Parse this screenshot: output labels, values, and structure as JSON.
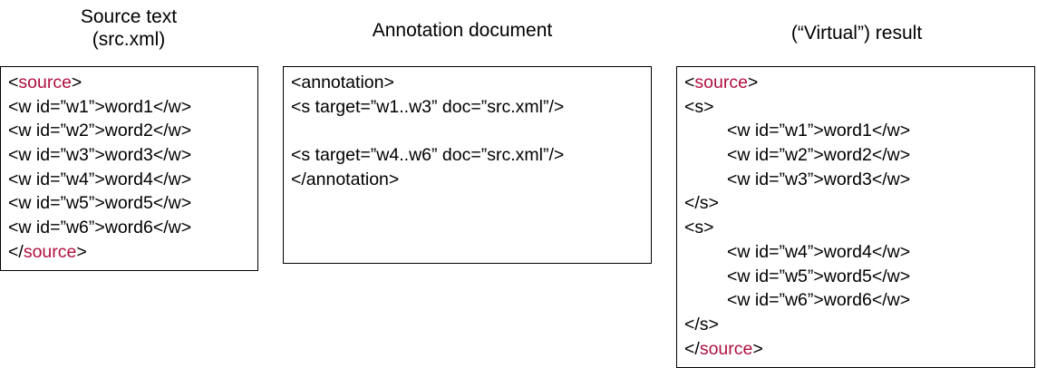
{
  "headings": {
    "source": [
      "Source text",
      "(src.xml)"
    ],
    "annotation": "Annotation document",
    "result": "(“Virtual”) result"
  },
  "colors": {
    "keyword": "#b0103f",
    "text": "#000000",
    "border": "#000000"
  },
  "source_panel": {
    "lines": [
      [
        {
          "t": "<"
        },
        {
          "t": "source",
          "kw": true
        },
        {
          "t": ">"
        }
      ],
      [
        {
          "t": "<w id=”w1”>word1</w>"
        }
      ],
      [
        {
          "t": "<w id=”w2”>word2</w>"
        }
      ],
      [
        {
          "t": "<w id=”w3”>word3</w>"
        }
      ],
      [
        {
          "t": "<w id=”w4”>word4</w>"
        }
      ],
      [
        {
          "t": "<w id=”w5”>word5</w>"
        }
      ],
      [
        {
          "t": "<w id=”w6”>word6</w>"
        }
      ],
      [
        {
          "t": "</"
        },
        {
          "t": "source",
          "kw": true
        },
        {
          "t": ">"
        }
      ]
    ]
  },
  "annotation_panel": {
    "lines": [
      [
        {
          "t": "<annotation>"
        }
      ],
      [
        {
          "t": "<s target=”w1..w3” doc=”src.xml”/>"
        }
      ],
      [
        {
          "t": ""
        }
      ],
      [
        {
          "t": "<s target=”w4..w6” doc=”src.xml”/>"
        }
      ],
      [
        {
          "t": "</annotation>"
        }
      ]
    ]
  },
  "result_panel": {
    "lines": [
      [
        {
          "t": "<"
        },
        {
          "t": "source",
          "kw": true
        },
        {
          "t": ">"
        }
      ],
      [
        {
          "t": "<s>"
        }
      ],
      [
        {
          "t": "<w id=”w1”>word1</w>",
          "indent": true
        }
      ],
      [
        {
          "t": "<w id=”w2”>word2</w>",
          "indent": true
        }
      ],
      [
        {
          "t": "<w id=”w3”>word3</w>",
          "indent": true
        }
      ],
      [
        {
          "t": "</s>"
        }
      ],
      [
        {
          "t": "<s>"
        }
      ],
      [
        {
          "t": "<w id=”w4”>word4</w>",
          "indent": true
        }
      ],
      [
        {
          "t": "<w id=”w5”>word5</w>",
          "indent": true
        }
      ],
      [
        {
          "t": "<w id=”w6”>word6</w>",
          "indent": true
        }
      ],
      [
        {
          "t": "</s>"
        }
      ],
      [
        {
          "t": "</"
        },
        {
          "t": "source",
          "kw": true
        },
        {
          "t": ">"
        }
      ]
    ]
  }
}
